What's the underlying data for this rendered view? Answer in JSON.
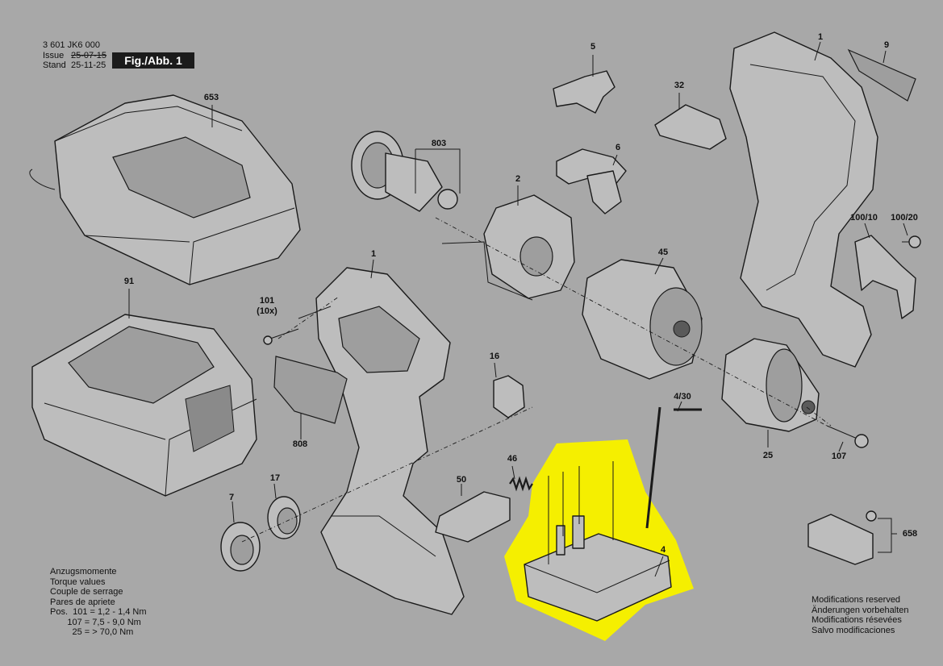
{
  "header": {
    "code": "3 601 JK6 000",
    "issue_label": "Issue",
    "stand_label": "Stand",
    "issue_date": "25-07-15",
    "stand_date": "25-11-25",
    "figure": "Fig./Abb. 1"
  },
  "callouts": {
    "c653": "653",
    "c91": "91",
    "c803": "803",
    "c5": "5",
    "c32": "32",
    "c6": "6",
    "c2": "2",
    "c1_top": "1",
    "c9": "9",
    "c45": "45",
    "c1_mid": "1",
    "c101": "101",
    "c10x": "(10x)",
    "c16": "16",
    "c808": "808",
    "c100_10": "100/10",
    "c100_20": "100/20",
    "c4_30": "4/30",
    "c25": "25",
    "c107": "107",
    "c46": "46",
    "c50": "50",
    "c17": "17",
    "c7": "7",
    "c4": "4",
    "c658": "658"
  },
  "torque": {
    "line1": "Anzugsmomente",
    "line2": "Torque values",
    "line3": "Couple de serrage",
    "line4": "Pares de apriete",
    "line5": "Pos.  101 = 1,2 - 1,4 Nm",
    "line6": "       107 = 7,5 - 9,0 Nm",
    "line7": "         25 = > 70,0 Nm"
  },
  "modifications": {
    "line1": "Modifications reserved",
    "line2": "Änderungen vorbehalten",
    "line3": "Modifications résevées",
    "line4": "Salvo modificaciones"
  },
  "colors": {
    "background": "#a8a8a8",
    "highlight": "#f5ef00",
    "line": "#1a1a1a"
  }
}
